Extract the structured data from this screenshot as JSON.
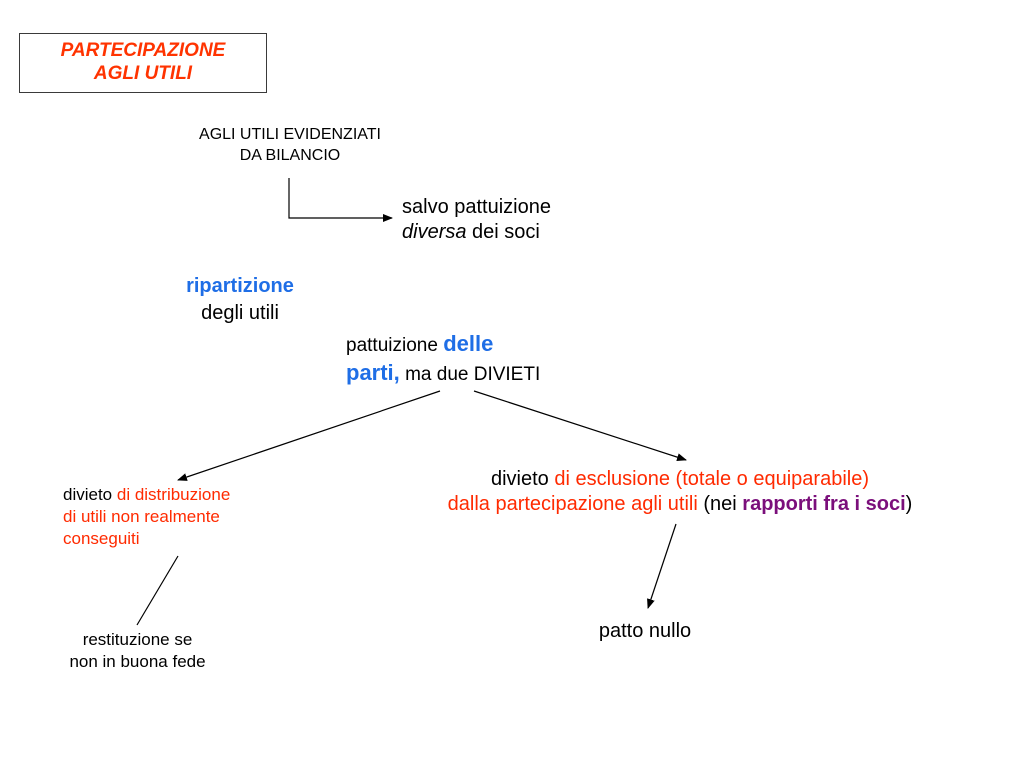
{
  "title": {
    "line1": "PARTECIPAZIONE",
    "line2": "AGLI UTILI"
  },
  "nodes": {
    "agli_utili": {
      "line1": "AGLI UTILI EVIDENZIATI",
      "line2": "DA BILANCIO"
    },
    "salvo": {
      "line1": "salvo pattuizione",
      "italic": "diversa",
      "rest": " dei soci"
    },
    "ripartizione": {
      "highlight": "ripartizione",
      "line2": "degli utili"
    },
    "pattuizione": {
      "prefix": "pattuizione ",
      "highlight1": "delle",
      "highlight2": "parti,",
      "rest": " ma due DIVIETI"
    },
    "divieto_distribuzione": {
      "prefix": "divieto ",
      "red1": "di distribuzione",
      "red2": "di utili non realmente",
      "red3": "conseguiti"
    },
    "divieto_esclusione": {
      "prefix": "divieto ",
      "red1": "di esclusione (totale o equiparabile)",
      "red2": "dalla partecipazione agli utili",
      "mid": " (nei ",
      "purple": "rapporti fra i soci",
      "end": ")"
    },
    "restituzione": {
      "line1": "restituzione se",
      "line2": "non in buona fede"
    },
    "patto_nullo": {
      "label": "patto nullo"
    }
  },
  "colors": {
    "title_red": "#ff3300",
    "highlight_blue": "#1f6ee6",
    "emphasis_red": "#ff2a00",
    "emphasis_purple": "#7b0f7b",
    "line": "#000000"
  }
}
